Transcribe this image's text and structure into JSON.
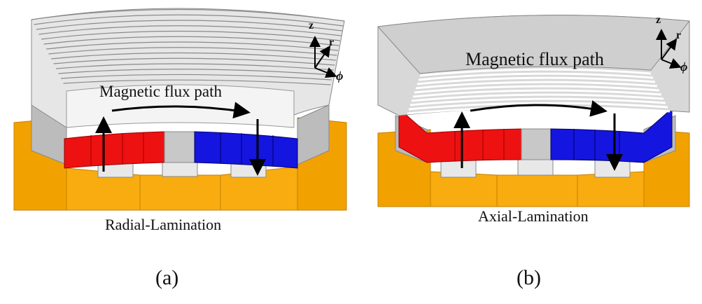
{
  "panels": [
    {
      "id": "a",
      "caption": "(a)",
      "title": "Radial-Lamination",
      "flux_label": "Magnetic flux path",
      "axes": {
        "z": "z",
        "r": "r",
        "phi": "ϕ"
      }
    },
    {
      "id": "b",
      "caption": "(b)",
      "title": "Axial-Lamination",
      "flux_label": "Magnetic flux path",
      "axes": {
        "z": "z",
        "r": "r",
        "phi": "ϕ"
      }
    }
  ],
  "colors": {
    "stator": "#f5a000",
    "north_magnet": "#ee1111",
    "south_magnet": "#1515e0",
    "core": "#d8d8d8",
    "spacer": "#c8c8c8"
  }
}
